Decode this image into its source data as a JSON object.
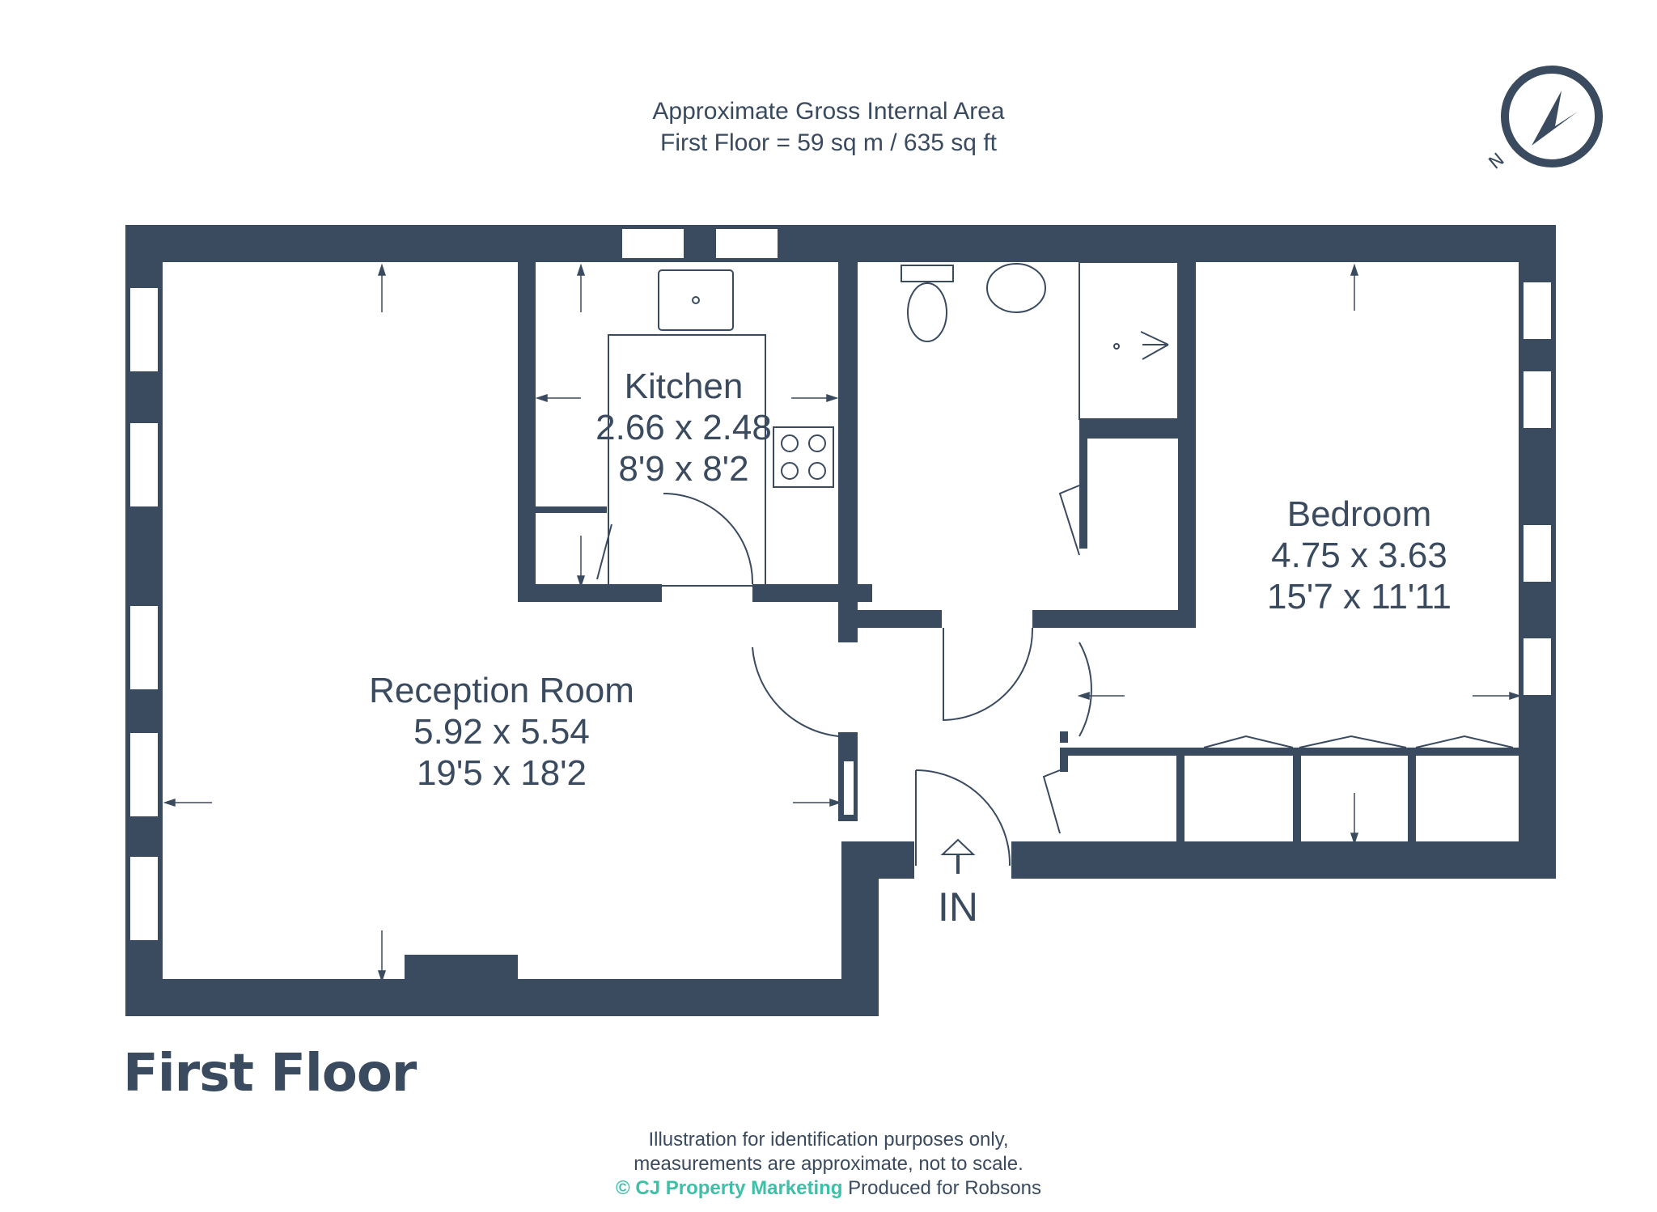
{
  "header": {
    "line1": "Approximate Gross Internal Area",
    "line2": "First Floor = 59 sq m / 635 sq ft"
  },
  "rooms": {
    "kitchen": {
      "name": "Kitchen",
      "metric": "2.66 x 2.48",
      "imperial": "8'9 x 8'2"
    },
    "bedroom": {
      "name": "Bedroom",
      "metric": "4.75 x 3.63",
      "imperial": "15'7 x 11'11"
    },
    "reception": {
      "name": "Reception Room",
      "metric": "5.92 x 5.54",
      "imperial": "19'5 x 18'2"
    }
  },
  "entrance_label": "IN",
  "floor_title": "First Floor",
  "footer": {
    "line1": "Illustration for identification purposes only,",
    "line2": "measurements are approximate, not to scale.",
    "brand": "© CJ Property Marketing",
    "produced": "Produced for Robsons"
  },
  "compass": {
    "label": "N"
  },
  "colors": {
    "wall": "#3a4a5f",
    "brand": "#3dbfa8",
    "background": "#ffffff"
  }
}
